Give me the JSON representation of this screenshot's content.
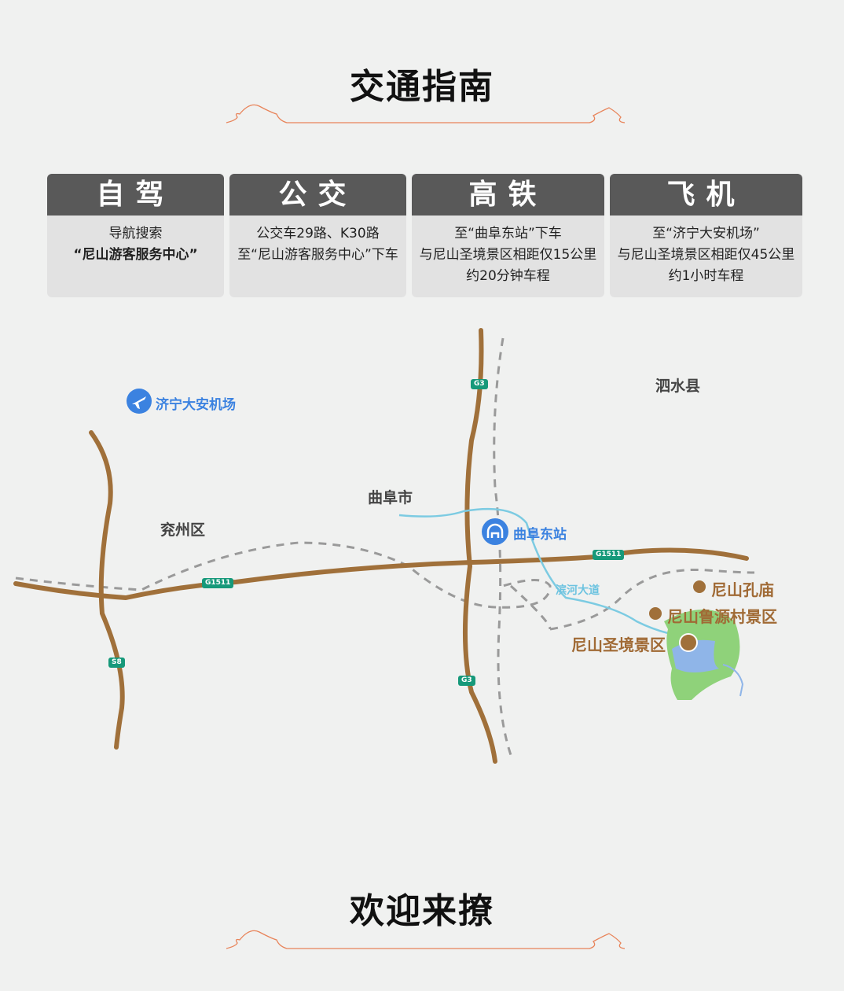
{
  "header": {
    "title": "交通指南"
  },
  "cards": [
    {
      "title": "自驾",
      "lines": [
        "导航搜索",
        "“尼山游客服务中心”"
      ]
    },
    {
      "title": "公交",
      "lines": [
        "公交车29路、K30路",
        "至“尼山游客服务中心”下车"
      ]
    },
    {
      "title": "高铁",
      "lines": [
        "至“曲阜东站”下车",
        "与尼山圣境景区相距仅15公里",
        "约20分钟车程"
      ]
    },
    {
      "title": "飞机",
      "lines": [
        "至“济宁大安机场”",
        "与尼山圣境景区相距仅45公里",
        "约1小时车程"
      ]
    }
  ],
  "map": {
    "places": {
      "airport": "济宁大安机场",
      "sishui": "泗水县",
      "qufu": "曲阜市",
      "yanzhou": "兖州区",
      "station": "曲阜东站",
      "river_road": "滨河大道"
    },
    "scenic": {
      "konglin": "尼山孔庙",
      "luyuan": "尼山鲁源村景区",
      "shengjing": "尼山圣境景区"
    },
    "roads": {
      "g3_top": "G3",
      "g3_bottom": "G3",
      "g1511_left": "G1511",
      "g1511_right": "G1511",
      "s8": "S8"
    },
    "colors": {
      "road": "#a0703a",
      "rail": "#9a9a9a",
      "river": "#7ccbe2",
      "green": "#8fd27a",
      "lake": "#8fb5e8",
      "badge": "#16997a"
    }
  },
  "footer": {
    "title": "欢迎来撩"
  }
}
